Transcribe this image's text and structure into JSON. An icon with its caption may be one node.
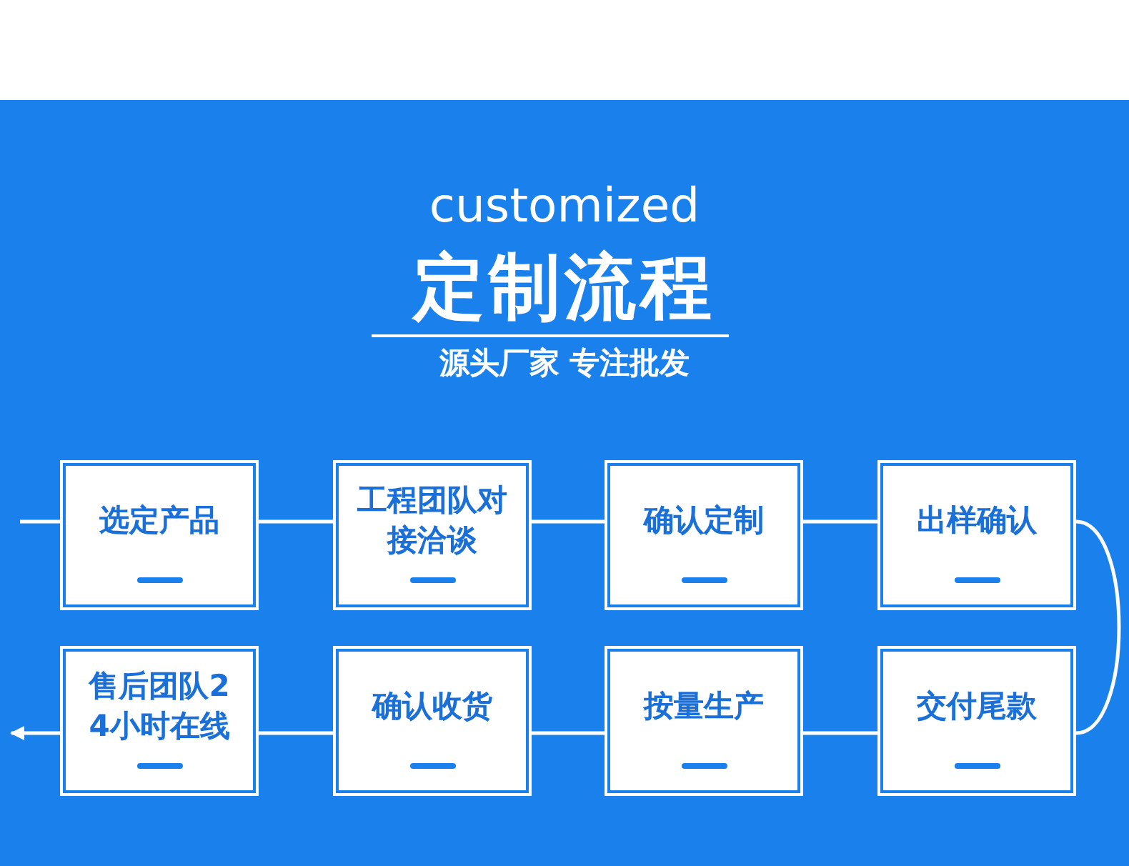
{
  "diagram": {
    "title": "定制流程",
    "nodes": [
      {
        "text": [
          "选定产品"
        ]
      },
      {
        "text": [
          "工程团队对接洽谈"
        ]
      },
      {
        "text": [
          "确认定制"
        ]
      },
      {
        "text": [
          "出样确认"
        ]
      },
      {
        "text": [
          "售后团队24小时在线"
        ]
      },
      {
        "text": [
          "确认收货"
        ]
      },
      {
        "text": [
          "按量生产"
        ]
      },
      {
        "text": [
          "交付尾款"
        ]
      }
    ],
    "edges": [
      {
        "from": null,
        "to": 0,
        "arrow": "none"
      },
      {
        "from": 0,
        "to": 1,
        "arrow": "none"
      },
      {
        "from": 1,
        "to": 2,
        "arrow": "none"
      },
      {
        "from": 2,
        "to": 3,
        "arrow": "none"
      },
      {
        "from": 3,
        "to": 7,
        "arrow": "none"
      },
      {
        "from": 7,
        "to": 6,
        "arrow": "none"
      },
      {
        "from": 6,
        "to": 5,
        "arrow": "none"
      },
      {
        "from": 5,
        "to": 4,
        "arrow": "none"
      },
      {
        "from": 4,
        "to": null,
        "arrow": "to"
      }
    ],
    "labels": [
      "customized",
      "源头厂家 专注批发"
    ]
  }
}
